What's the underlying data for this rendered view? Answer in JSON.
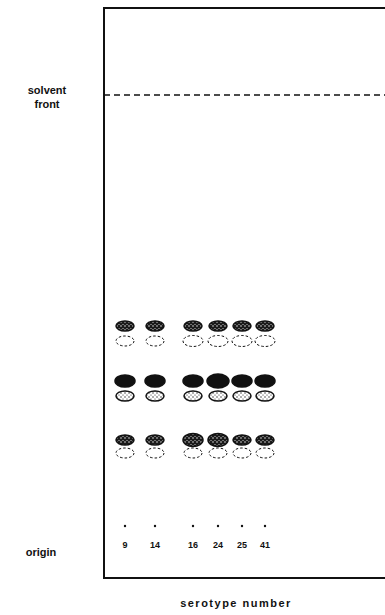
{
  "diagram": {
    "labels": [
      "solvent front",
      "origin",
      "9",
      "14",
      "16",
      "24",
      "25",
      "41",
      "serotype number"
    ]
  }
}
